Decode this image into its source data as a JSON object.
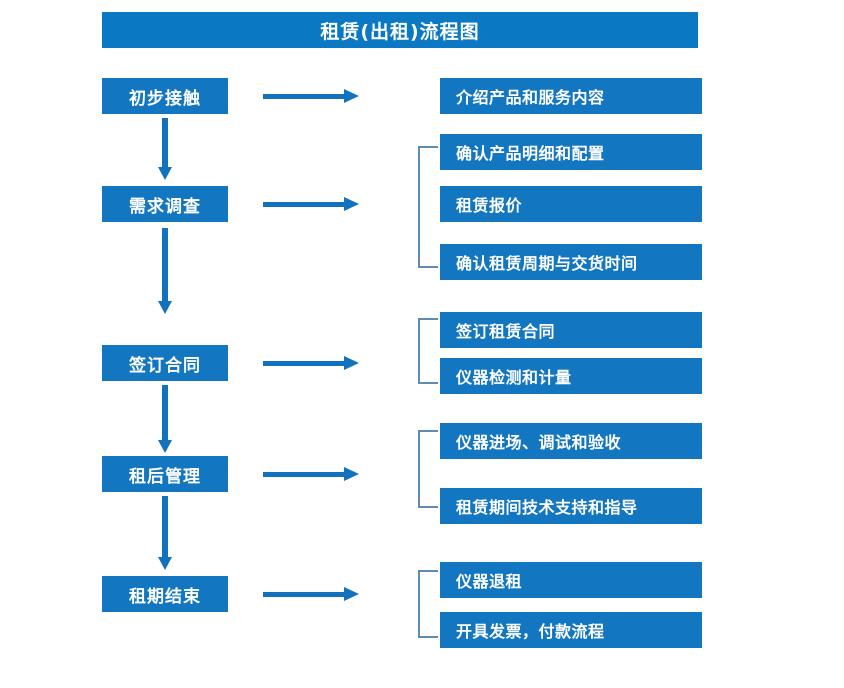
{
  "diagram": {
    "title": "租赁(出租)流程图",
    "colors": {
      "title_bar": "#0a78c2",
      "box_fill": "#1376c0",
      "box_text": "#ffffff",
      "arrow": "#1272bd",
      "bracket": "#5e8cb5",
      "background": "#ffffff"
    },
    "stages": [
      {
        "label": "初步接触",
        "details": [
          "介绍产品和服务内容"
        ]
      },
      {
        "label": "需求调查",
        "details": [
          "确认产品明细和配置",
          "租赁报价",
          "确认租赁周期与交货时间"
        ]
      },
      {
        "label": "签订合同",
        "details": [
          "签订租赁合同",
          "仪器检测和计量"
        ]
      },
      {
        "label": "租后管理",
        "details": [
          "仪器进场、调试和验收",
          "租赁期间技术支持和指导"
        ]
      },
      {
        "label": "租期结束",
        "details": [
          "仪器退租",
          "开具发票，付款流程"
        ]
      }
    ],
    "connector_icons": {
      "horizontal": "right-arrow-icon",
      "vertical": "down-arrow-icon",
      "group": "group-bracket-icon"
    }
  }
}
